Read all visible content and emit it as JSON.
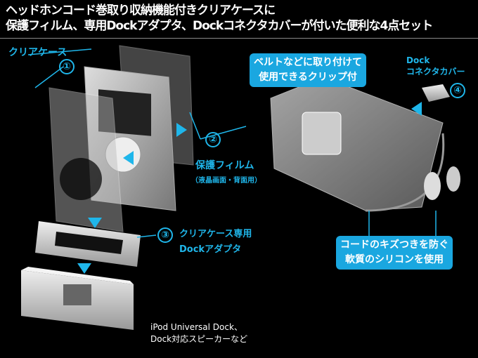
{
  "title": {
    "line1": "ヘッドホンコード巻取り収納機能付きクリアケースに",
    "line2": "保護フィルム、専用Dockアダプタ、Dockコネクタカバーが付いた便利な4点セット"
  },
  "labels": {
    "case": "クリアケース",
    "case_num": "①",
    "film": "保護フィルム",
    "film_sub": "（液晶画面・背面用）",
    "film_num": "②",
    "adapter_line1": "クリアケース専用",
    "adapter_line2": "Dockアダプタ",
    "adapter_num": "③",
    "cover_line1": "Dock",
    "cover_line2": "コネクタカバー",
    "cover_num": "④",
    "dock_line1": "iPod Universal Dock、",
    "dock_line2": "Dock対応スピーカーなど"
  },
  "callouts": {
    "clip_line1": "ベルトなどに取り付けて",
    "clip_line2": "使用できるクリップ付",
    "silicone_line1": "コードのキズつきを防ぐ",
    "silicone_line2": "軟質のシリコンを使用"
  },
  "colors": {
    "accent": "#1fb6ea",
    "callout": "#1aa7e0"
  }
}
